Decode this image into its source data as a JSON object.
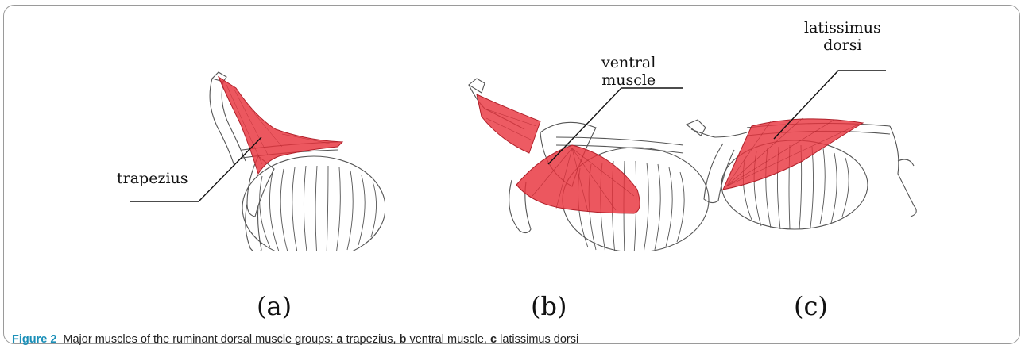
{
  "panels": {
    "a": {
      "subcaption": "(a)",
      "label": "trapezius"
    },
    "b": {
      "subcaption": "(b)",
      "label_line1": "ventral",
      "label_line2": "muscle"
    },
    "c": {
      "subcaption": "(c)",
      "label_line1": "latissimus",
      "label_line2": "dorsi"
    }
  },
  "caption": {
    "figure_label": "Figure 2",
    "text": "Major muscles of the ruminant dorsal muscle groups:",
    "items": [
      {
        "key": "a",
        "text": "trapezius,"
      },
      {
        "key": "b",
        "text": "ventral muscle,"
      },
      {
        "key": "c",
        "text": "latissimus dorsi"
      }
    ]
  },
  "colors": {
    "muscle": "#e8323c",
    "bone_line": "#555555",
    "figure_label": "#1a8fb8"
  }
}
